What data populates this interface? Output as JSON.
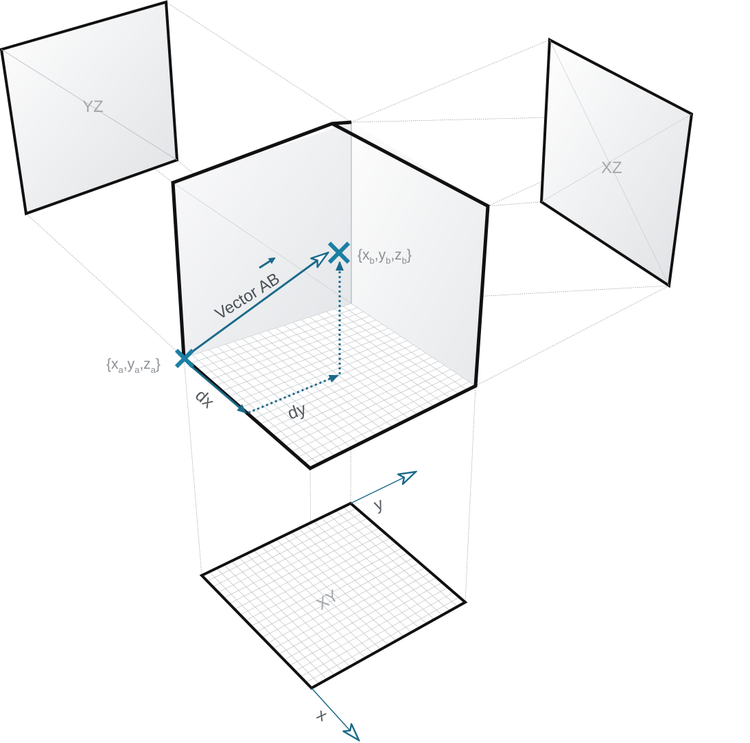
{
  "planes": {
    "yz": "YZ",
    "xz": "XZ",
    "xy": "XY"
  },
  "labels": {
    "vector": "Vector AB",
    "dx": "dx",
    "dy": "dy",
    "axis_x": "x",
    "axis_y": "y"
  },
  "point_a": {
    "open": "{",
    "x": "x",
    "x_sub": "a",
    "y": "y",
    "y_sub": "a",
    "z": "z",
    "z_sub": "a",
    "close": "}"
  },
  "point_b": {
    "open": "{",
    "x": "x",
    "x_sub": "b",
    "y": "y",
    "y_sub": "b",
    "z": "z",
    "z_sub": "b",
    "close": "}"
  },
  "colors": {
    "accent": "#1b7fa3",
    "accent_dark": "#1a6a8a",
    "outline": "#111111",
    "grid": "#b5b9bd",
    "label_gray": "#a3a8ad"
  }
}
